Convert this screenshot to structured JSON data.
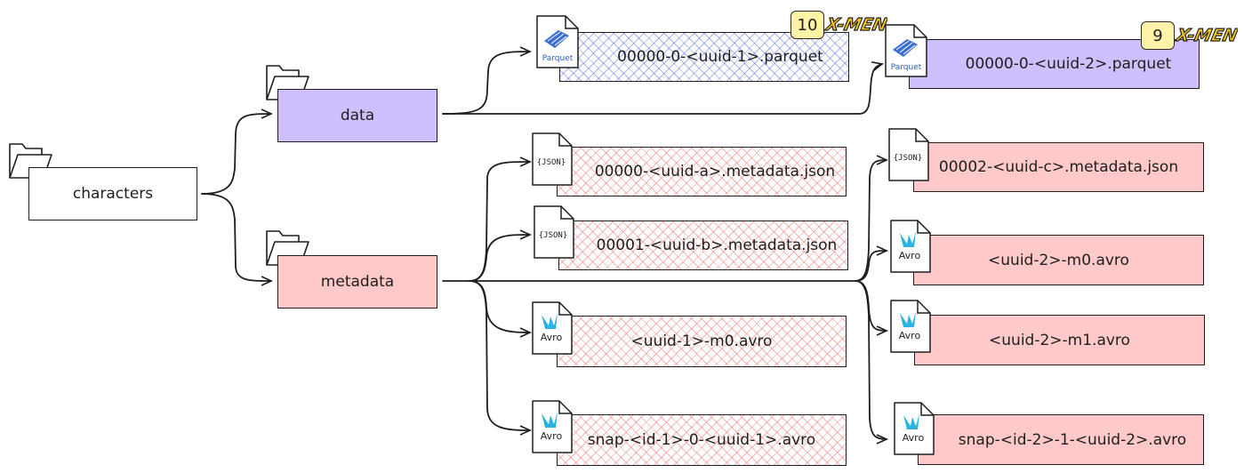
{
  "nodes": {
    "characters": "characters",
    "data": "data",
    "metadata": "metadata",
    "parquet_1": "00000-0-<uuid-1>.parquet",
    "parquet_2": "00000-0-<uuid-2>.parquet",
    "meta_a": "00000-<uuid-a>.metadata.json",
    "meta_b": "00001-<uuid-b>.metadata.json",
    "meta_c": "00002-<uuid-c>.metadata.json",
    "avro_m0_1": "<uuid-1>-m0.avro",
    "snap_1": "snap-<id-1>-0-<uuid-1>.avro",
    "avro_m0_2": "<uuid-2>-m0.avro",
    "avro_m1_2": "<uuid-2>-m1.avro",
    "snap_2": "snap-<id-2>-1-<uuid-2>.avro"
  },
  "icons": {
    "parquet_label": "Parquet",
    "json_label": "{JSON}",
    "avro_label": "Avro",
    "folder": "folder-icon"
  },
  "badges": {
    "parquet_1_count": "10",
    "parquet_2_count": "9",
    "logo_text": "X-MEN"
  },
  "colors": {
    "purple": "#d0bfff",
    "pink": "#ffc9c9",
    "badge": "#fff3a8",
    "logo": "#f2c418"
  }
}
